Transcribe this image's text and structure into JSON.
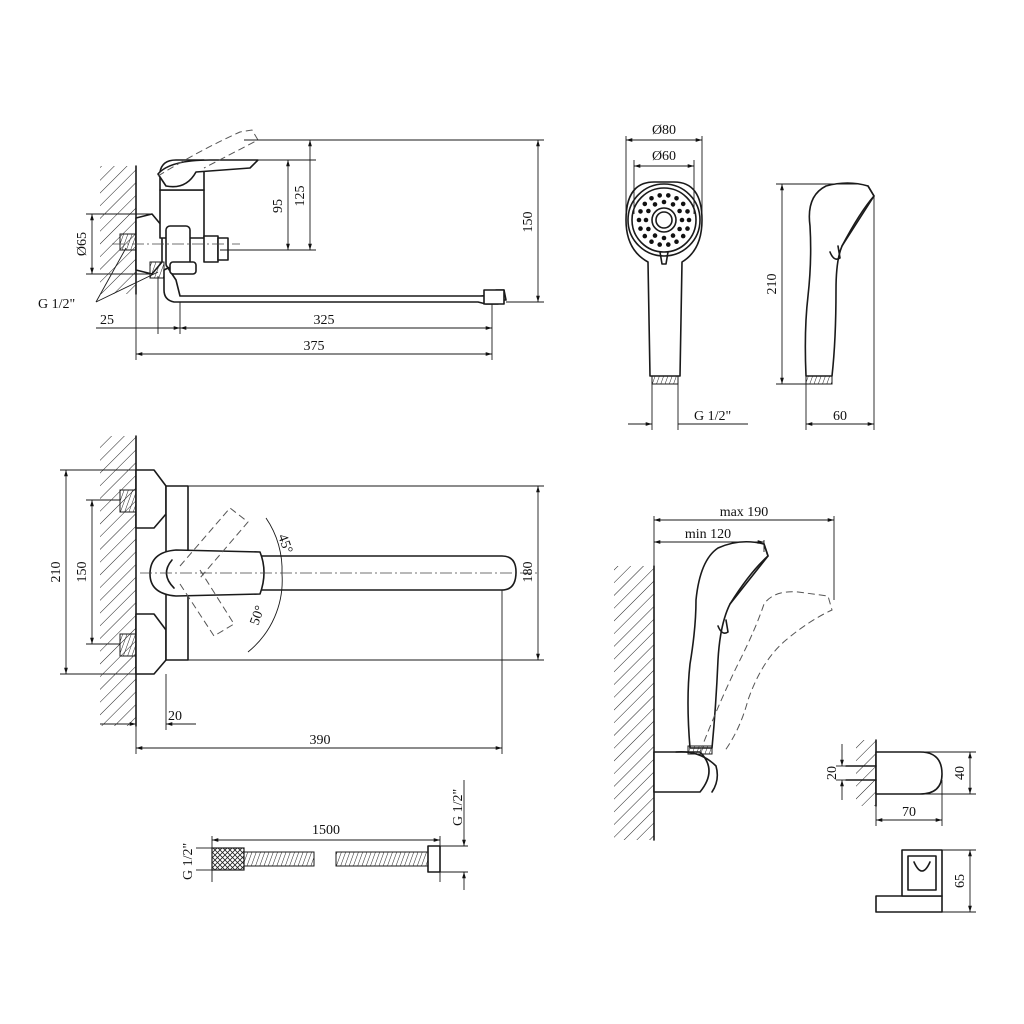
{
  "faucet_side": {
    "dim_vertical_125": "125",
    "dim_vertical_95": "95",
    "dim_vertical_150": "150",
    "dim_diameter_65": "Ø65",
    "thread_label": "G 1/2\"",
    "dim_horizontal_25": "25",
    "dim_horizontal_325": "325",
    "dim_horizontal_375": "375"
  },
  "shower_head_front": {
    "dim_outer_diameter": "Ø80",
    "dim_inner_diameter": "Ø60",
    "thread_label": "G 1/2\""
  },
  "shower_head_side": {
    "dim_height": "210",
    "dim_width": "60"
  },
  "faucet_top": {
    "dim_vertical_210": "210",
    "dim_vertical_150": "150",
    "dim_vertical_180": "180",
    "angle_up": "45°",
    "angle_down": "50°",
    "dim_horizontal_20": "20",
    "dim_horizontal_390": "390"
  },
  "holder_assembly": {
    "dim_max": "max 190",
    "dim_min": "min 120"
  },
  "holder_detail": {
    "dim_20": "20",
    "dim_40": "40",
    "dim_70": "70",
    "dim_65": "65"
  },
  "hose": {
    "thread_left": "G 1/2\"",
    "thread_right": "G 1/2\"",
    "dim_length": "1500"
  }
}
